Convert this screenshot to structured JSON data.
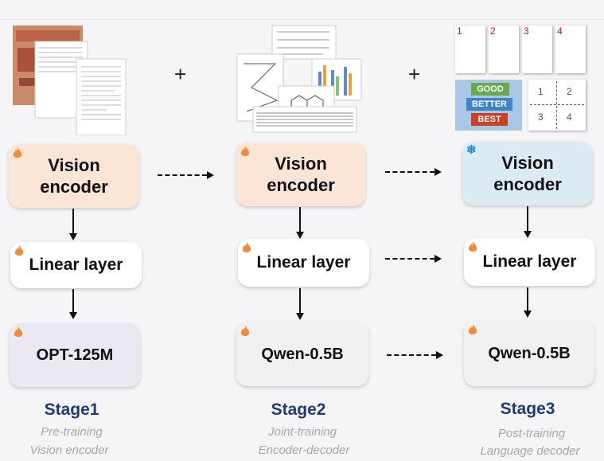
{
  "stages": [
    {
      "vision_encoder": "Vision\nencoder",
      "linear_layer": "Linear layer",
      "decoder": "OPT-125M",
      "stage_label": "Stage1",
      "desc_line1": "Pre-training",
      "desc_line2": "Vision encoder"
    },
    {
      "vision_encoder": "Vision\nencoder",
      "linear_layer": "Linear layer",
      "decoder": "Qwen-0.5B",
      "stage_label": "Stage2",
      "desc_line1": "Joint-training",
      "desc_line2": "Encoder-decoder"
    },
    {
      "vision_encoder": "Vision\nencoder",
      "linear_layer": "Linear layer",
      "decoder": "Qwen-0.5B",
      "stage_label": "Stage3",
      "desc_line1": "Post-training",
      "desc_line2": "Language decoder"
    }
  ],
  "plus_signs": [
    "+",
    "+"
  ],
  "thumbnail_text": {
    "stage3_page_numbers": [
      "1",
      "2",
      "3",
      "4"
    ],
    "stage3_grid_numbers": [
      "1",
      "2",
      "3",
      "4"
    ],
    "signs": [
      "GOOD",
      "BETTER",
      "BEST"
    ]
  },
  "colors": {
    "peach": "#fbe5d6",
    "lavender": "#ebe8f1",
    "light_blue": "#dcebf1",
    "stage_label": "#1f3a7a",
    "desc": "#a6a6a6",
    "flame": "#f08a3c",
    "snowflake": "#1a8fd6"
  },
  "icons": {
    "trainable": "flame-icon",
    "frozen": "snowflake-icon"
  }
}
